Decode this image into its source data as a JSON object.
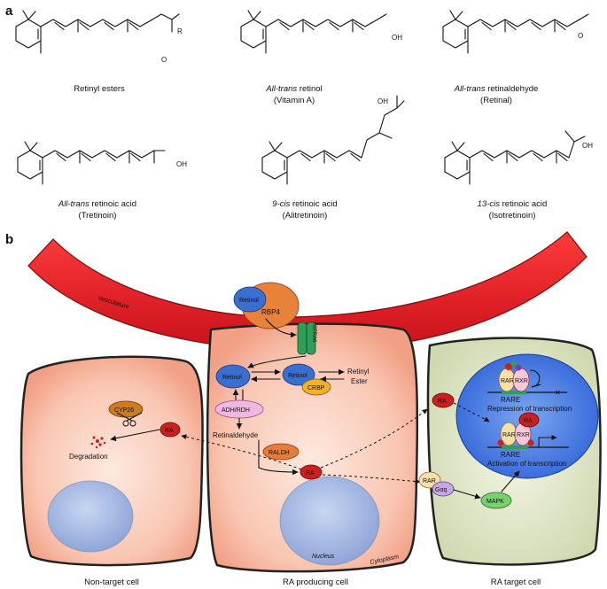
{
  "panels": {
    "a": "a",
    "b": "b"
  },
  "molecules": [
    {
      "name": "Retinyl esters",
      "sub": ""
    },
    {
      "name": "All-trans retinol",
      "italic": "All-trans",
      "rest": " retinol",
      "sub": "(Vitamin A)"
    },
    {
      "name": "All-trans retinaldehyde",
      "italic": "All-trans",
      "rest": " retinaldehyde",
      "sub": "(Retinal)"
    },
    {
      "name": "All-trans retinoic acid",
      "italic": "All-trans",
      "rest": " retinoic acid",
      "sub": "(Tretinoin)"
    },
    {
      "name": "9-cis retinoic acid",
      "italic": "9-cis",
      "rest": " retinoic acid",
      "sub": "(Alitretinoin)"
    },
    {
      "name": "13-cis retinoic acid",
      "italic": "13-cis",
      "rest": " retinoic acid",
      "sub": "(Isotretinoin)"
    }
  ],
  "atoms": {
    "R": "R",
    "O": "O",
    "OH": "OH"
  },
  "diagram": {
    "vasculature": "Vasculature",
    "retinol": "Retinol",
    "rbp4": "RBP4",
    "stra6": "STRA6",
    "crbp": "CRBP",
    "retinyl_ester": "Retinyl",
    "retinyl_ester_2": "Ester",
    "adh_rdh": "ADH/RDH",
    "retinaldehyde": "Retinaldehyde",
    "raldh": "RALDH",
    "ra": "RA",
    "cyp26": "CYP26",
    "degradation": "Degradation",
    "nucleus": "Nucleus",
    "cytoplasm": "Cytoplasm",
    "rar": "RAR",
    "rxr": "RXR",
    "rare": "RARE",
    "repression": "Repression of transcription",
    "activation": "Activation of transcription",
    "gaq": "Gαq",
    "mapk": "MAPK",
    "non_target": "Non-target cell",
    "producing": "RA producing cell",
    "target": "RA target cell"
  },
  "colors": {
    "vessel": "#e8202a",
    "cell_fill": "#f7b8a2",
    "target_fill": "#dfe6c8",
    "nucleus": "#9fb4e0",
    "retinol": "#3a6fd0",
    "rbp4": "#e8823a",
    "stra6": "#2e9e5a",
    "crbp": "#f0b030",
    "adh": "#f0b8e0",
    "raldh": "#e87a3a",
    "ra": "#cc2020",
    "rar": "#f6e0a8",
    "rxr": "#f8c8d8",
    "gaq": "#c8a8e0",
    "mapk": "#7ad070",
    "cyp26": "#d07a20"
  }
}
